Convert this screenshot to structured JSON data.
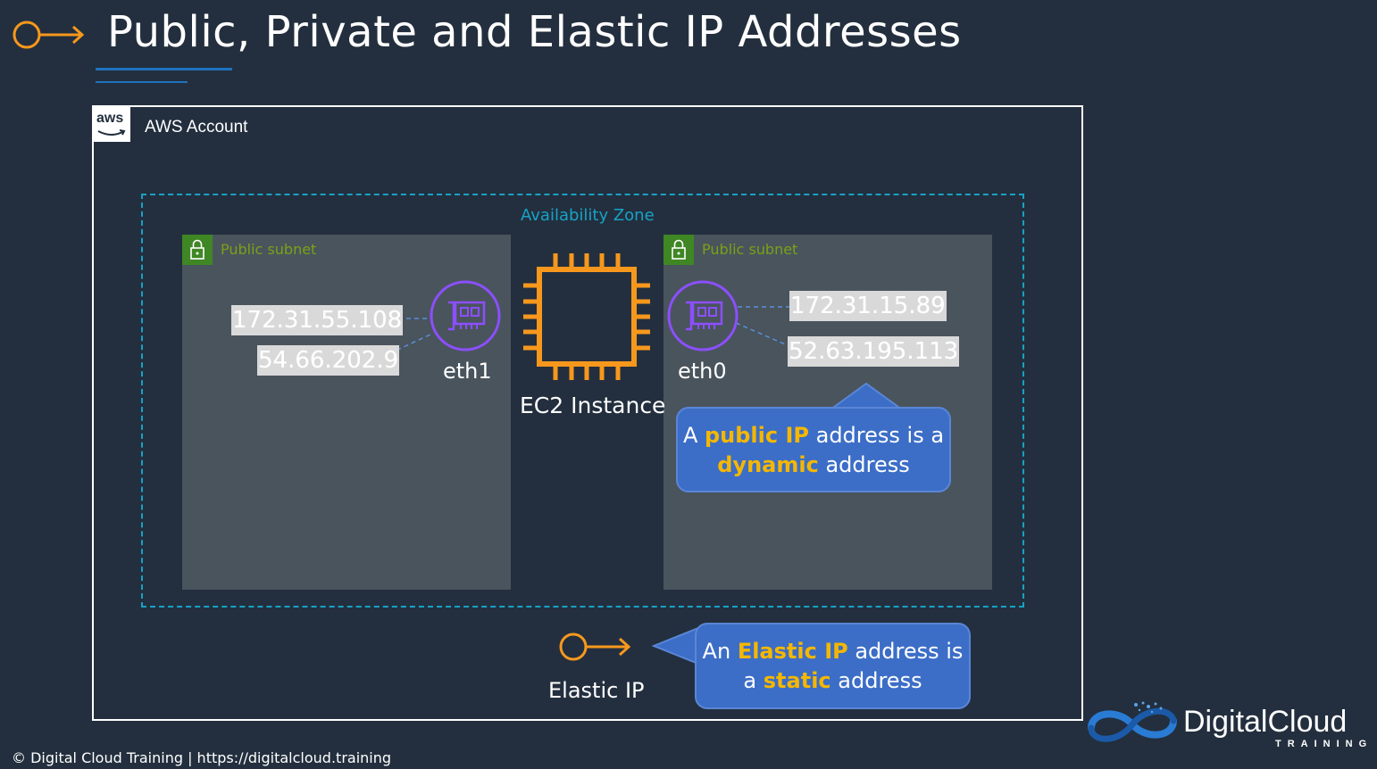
{
  "slide": {
    "title": "Public, Private and Elastic IP Addresses",
    "footer": "© Digital Cloud Training  | https://digitalcloud.training",
    "brand_name": "DigitalCloud",
    "brand_sub": "TRAINING"
  },
  "diagram": {
    "account_label": "AWS Account",
    "aws_logo_text": "aws",
    "az_label": "Availability Zone",
    "subnet_left_label": "Public subnet",
    "subnet_right_label": "Public subnet",
    "eth1": {
      "label": "eth1",
      "private_ip": "172.31.55.108",
      "public_ip": "54.66.202.9"
    },
    "eth0": {
      "label": "eth0",
      "private_ip": "172.31.15.89",
      "public_ip": "52.63.195.113"
    },
    "ec2_label": "EC2 Instance",
    "elastic_ip_label": "Elastic IP",
    "callout_public": {
      "p1": "A ",
      "h1": "public IP",
      "p2": " address is a",
      "h2": "dynamic",
      "p3": " address"
    },
    "callout_elastic": {
      "p1": "An ",
      "h1": "Elastic IP",
      "p2": " address is",
      "p3": "a ",
      "h2": "static",
      "p4": " address"
    }
  },
  "colors": {
    "background": "#232f3e",
    "accent_orange": "#f7981d",
    "az_blue": "#17a2c6",
    "eni_purple": "#8c4fff",
    "subnet_green": "#7aa116",
    "callout_blue": "#3c6ec7",
    "highlight": "#f5b700"
  },
  "icons": [
    "arrow-key-icon",
    "aws-logo-icon",
    "lock-icon",
    "network-interface-icon",
    "ec2-chip-icon",
    "elastic-ip-icon",
    "digitalcloud-logo-icon"
  ]
}
